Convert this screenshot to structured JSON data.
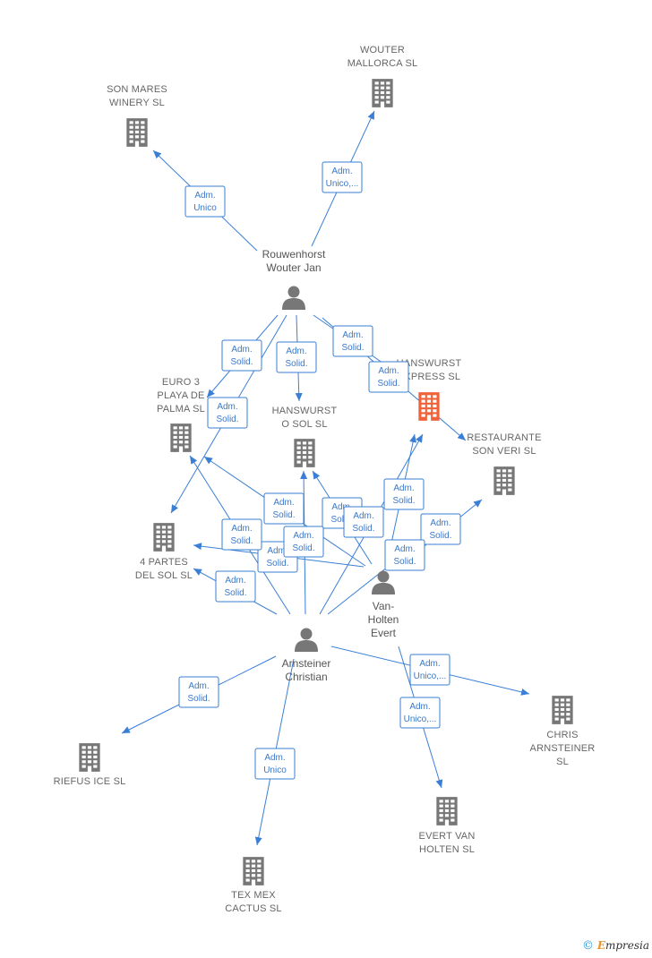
{
  "colors": {
    "edge": "#3a7fd5",
    "company": "#777777",
    "focus_company": "#f0633a",
    "person": "#777777"
  },
  "companies": [
    {
      "id": "son-mares",
      "label": [
        "SON MARES",
        "WINERY  SL"
      ],
      "icon": "building-icon"
    },
    {
      "id": "wouter-mallorca",
      "label": [
        "WOUTER",
        "MALLORCA  SL"
      ],
      "icon": "building-icon"
    },
    {
      "id": "euro3",
      "label": [
        "EURO 3",
        "PLAYA DE",
        "PALMA  SL"
      ],
      "icon": "building-icon"
    },
    {
      "id": "hanswurst-sol",
      "label": [
        "HANSWURST",
        "O SOL  SL"
      ],
      "icon": "building-icon"
    },
    {
      "id": "hanswurst-express",
      "label": [
        "HANSWURST",
        "EXPRESS  SL"
      ],
      "icon": "building-icon",
      "focus": true
    },
    {
      "id": "restaurante",
      "label": [
        "RESTAURANTE",
        "SON VERI  SL"
      ],
      "icon": "building-icon"
    },
    {
      "id": "4partes",
      "label": [
        "4 PARTES",
        "DEL SOL  SL"
      ],
      "icon": "building-icon"
    },
    {
      "id": "riefus",
      "label": [
        "RIEFUS ICE SL"
      ],
      "icon": "building-icon"
    },
    {
      "id": "texmex",
      "label": [
        "TEX MEX",
        "CACTUS  SL"
      ],
      "icon": "building-icon"
    },
    {
      "id": "evert-van-holten",
      "label": [
        "EVERT VAN",
        "HOLTEN  SL"
      ],
      "icon": "building-icon"
    },
    {
      "id": "chris-arnsteiner",
      "label": [
        "CHRIS",
        "ARNSTEINER",
        "SL"
      ],
      "icon": "building-icon"
    }
  ],
  "persons": [
    {
      "id": "rouwenhorst",
      "label": [
        "Rouwenhorst",
        "Wouter Jan"
      ],
      "icon": "person-icon"
    },
    {
      "id": "vanholten",
      "label": [
        "Van-",
        "Holten",
        "Evert"
      ],
      "icon": "person-icon"
    },
    {
      "id": "arnsteiner",
      "label": [
        "Arnsteiner",
        "Christian"
      ],
      "icon": "person-icon"
    }
  ],
  "edges": [
    {
      "from": "rouwenhorst",
      "to": "son-mares",
      "label": [
        "Adm.",
        "Unico"
      ]
    },
    {
      "from": "rouwenhorst",
      "to": "wouter-mallorca",
      "label": [
        "Adm.",
        "Unico,..."
      ]
    },
    {
      "from": "rouwenhorst",
      "to": "euro3",
      "label": [
        "Adm.",
        "Solid."
      ]
    },
    {
      "from": "rouwenhorst",
      "to": "hanswurst-sol",
      "label": [
        "Adm.",
        "Solid."
      ]
    },
    {
      "from": "rouwenhorst",
      "to": "hanswurst-express",
      "label": [
        "Adm.",
        "Solid."
      ]
    },
    {
      "from": "rouwenhorst",
      "to": "restaurante",
      "label": [
        "Adm.",
        "Solid."
      ]
    },
    {
      "from": "rouwenhorst",
      "to": "4partes",
      "label": [
        "Adm.",
        "Solid."
      ]
    },
    {
      "from": "vanholten",
      "to": "euro3",
      "label": [
        "Adm.",
        "Solid."
      ]
    },
    {
      "from": "vanholten",
      "to": "hanswurst-sol",
      "label": [
        "Adm.",
        "Solid."
      ]
    },
    {
      "from": "vanholten",
      "to": "hanswurst-express",
      "label": [
        "Adm.",
        "Solid."
      ]
    },
    {
      "from": "vanholten",
      "to": "restaurante",
      "label": [
        "Adm.",
        "Solid."
      ]
    },
    {
      "from": "vanholten",
      "to": "4partes",
      "label": [
        "Adm.",
        "Solid."
      ]
    },
    {
      "from": "arnsteiner",
      "to": "euro3",
      "label": [
        "Adm.",
        "Solid."
      ]
    },
    {
      "from": "arnsteiner",
      "to": "hanswurst-sol",
      "label": [
        "Adm.",
        "Solid."
      ]
    },
    {
      "from": "arnsteiner",
      "to": "hanswurst-express",
      "label": [
        "Adm.",
        "Solid."
      ]
    },
    {
      "from": "arnsteiner",
      "to": "restaurante",
      "label": [
        "Adm.",
        "Solid."
      ]
    },
    {
      "from": "arnsteiner",
      "to": "4partes",
      "label": [
        "Adm.",
        "Solid."
      ]
    },
    {
      "from": "arnsteiner",
      "to": "riefus",
      "label": [
        "Adm.",
        "Solid."
      ]
    },
    {
      "from": "arnsteiner",
      "to": "texmex",
      "label": [
        "Adm.",
        "Unico"
      ]
    },
    {
      "from": "arnsteiner",
      "to": "evert-van-holten",
      "label": [
        "Adm.",
        "Unico,..."
      ]
    },
    {
      "from": "arnsteiner",
      "to": "chris-arnsteiner",
      "label": [
        "Adm.",
        "Unico,..."
      ]
    }
  ],
  "watermark": {
    "symbol": "©",
    "brand": "mpresia",
    "brand_initial": "E"
  }
}
